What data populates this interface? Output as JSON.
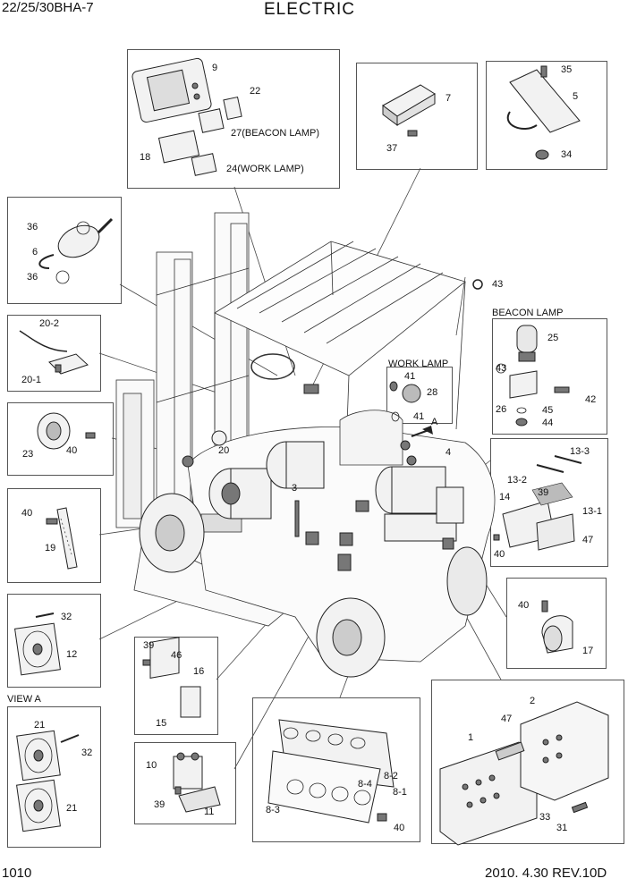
{
  "header": {
    "model": "22/25/30BHA-7",
    "title": "ELECTRIC"
  },
  "footer": {
    "page_number": "1010",
    "revision": "2010. 4.30  REV.10D"
  },
  "section_labels": {
    "beacon_lamp": "BEACON LAMP",
    "work_lamp": "WORK LAMP",
    "view_a": "VIEW A",
    "arrow_a": "A"
  },
  "callouts": {
    "display": {
      "c9": "9",
      "c22": "22",
      "c27": "27(BEACON LAMP)",
      "c18": "18",
      "c24": "24(WORK LAMP)"
    },
    "module7": {
      "c7": "7",
      "c37": "37"
    },
    "pedal": {
      "c35": "35",
      "c5": "5",
      "c34": "34"
    },
    "horn": {
      "c36a": "36",
      "c6": "6",
      "c36b": "36"
    },
    "harness": {
      "c20_2": "20-2",
      "c20_1": "20-1"
    },
    "buzzer": {
      "c23": "23",
      "c40": "40"
    },
    "strap": {
      "c40": "40",
      "c19": "19"
    },
    "fan12": {
      "c32": "32",
      "c12": "12"
    },
    "viewa": {
      "c21a": "21",
      "c32": "32",
      "c21b": "21"
    },
    "relay": {
      "c39": "39",
      "c46": "46",
      "c16": "16",
      "c15": "15"
    },
    "contactor": {
      "c10": "10",
      "c39": "39",
      "c11": "11"
    },
    "fuses": {
      "c8_2": "8-2",
      "c8_4": "8-4",
      "c8_1": "8-1",
      "c8_3": "8-3",
      "c40": "40"
    },
    "controller": {
      "c2": "2",
      "c47": "47",
      "c1": "1",
      "c33": "33",
      "c31": "31"
    },
    "lamp17": {
      "c40": "40",
      "c17": "17"
    },
    "bracket": {
      "c13_3": "13-3",
      "c13_2": "13-2",
      "c39": "39",
      "c14": "14",
      "c13_1": "13-1",
      "c40": "40",
      "c47": "47"
    },
    "beacon": {
      "c43top": "43",
      "c25": "25",
      "c43": "43",
      "c26": "26",
      "c45": "45",
      "c42": "42",
      "c44": "44"
    },
    "worklamp": {
      "c41a": "41",
      "c28": "28",
      "c41b": "41"
    },
    "truck": {
      "c20": "20",
      "c3": "3",
      "c4": "4"
    }
  }
}
